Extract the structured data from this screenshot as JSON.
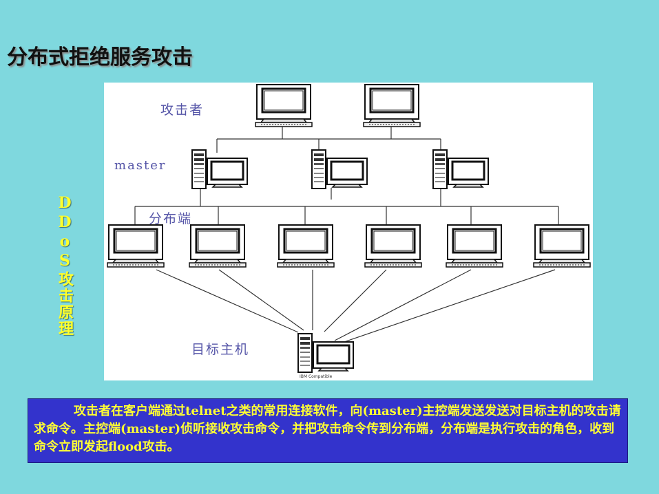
{
  "title": "分布式拒绝服务攻击",
  "side_label": "DDoS攻击原理",
  "diagram": {
    "labels": {
      "attacker": "攻击者",
      "master": "master",
      "agents": "分布端",
      "target": "目标主机"
    },
    "target_caption": "IBM Compatible",
    "tiers": {
      "attackers": 2,
      "masters": 3,
      "agents": 6,
      "targets": 1
    }
  },
  "note": "攻击者在客户端通过telnet之类的常用连接软件，向(master)主控端发送发送对目标主机的攻击请求命令。主控端(master)侦听接收攻击命令，并把攻击命令传到分布端，分布端是执行攻击的角色，收到命令立即发起flood攻击。",
  "colors": {
    "background": "#7fd8de",
    "side_label": "#ffff2a",
    "label": "#5656a8",
    "note_bg": "#3333cc",
    "note_text": "#ffff33"
  }
}
